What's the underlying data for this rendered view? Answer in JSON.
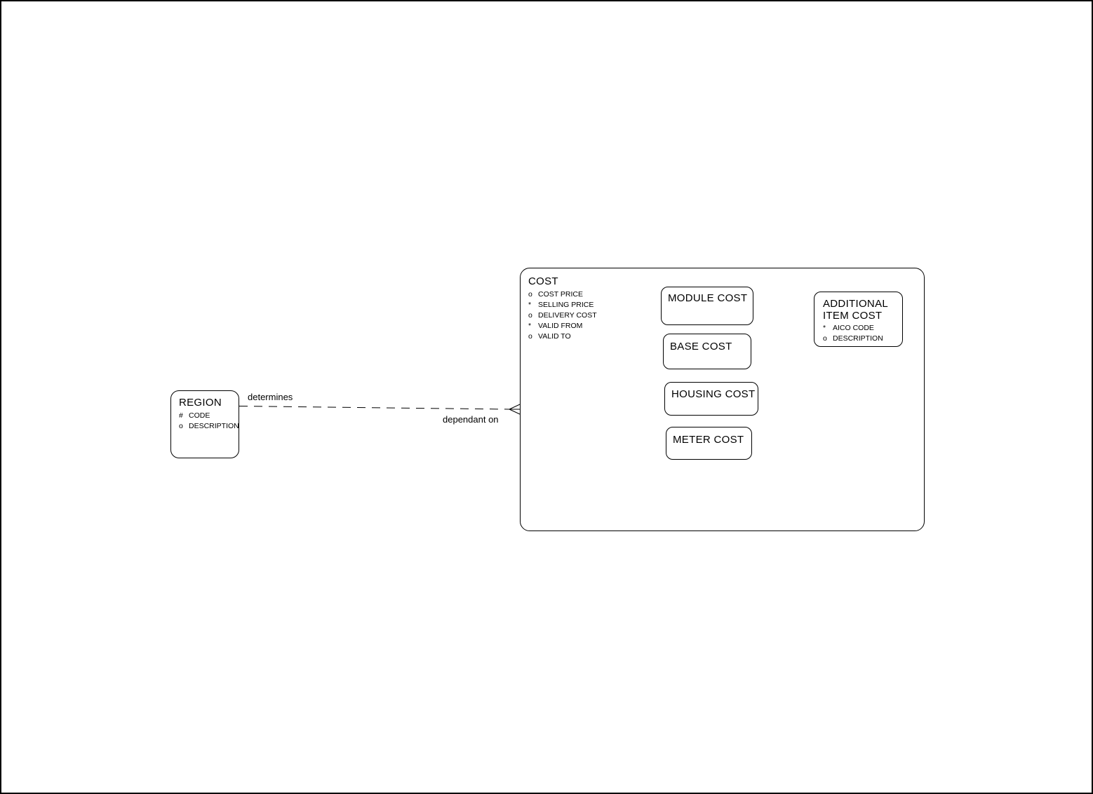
{
  "diagram": {
    "kind": "entity-relationship-diagram",
    "background_color": "#ffffff",
    "line_color": "#000000",
    "entities": {
      "region": {
        "title": "REGION",
        "attributes": [
          {
            "prefix": "#",
            "name": "CODE"
          },
          {
            "prefix": "o",
            "name": "DESCRIPTION"
          }
        ]
      },
      "cost": {
        "title": "COST",
        "attributes": [
          {
            "prefix": "o",
            "name": "COST PRICE"
          },
          {
            "prefix": "*",
            "name": "SELLING PRICE"
          },
          {
            "prefix": "o",
            "name": "DELIVERY COST"
          },
          {
            "prefix": "*",
            "name": "VALID FROM"
          },
          {
            "prefix": "o",
            "name": "VALID TO"
          }
        ]
      },
      "module_cost": {
        "title": "MODULE COST"
      },
      "base_cost": {
        "title": "BASE COST"
      },
      "housing_cost": {
        "title": "HOUSING COST"
      },
      "meter_cost": {
        "title": "METER COST"
      },
      "additional_item_cost": {
        "title": "ADDITIONAL ITEM COST",
        "attributes": [
          {
            "prefix": "*",
            "name": "AICO CODE"
          },
          {
            "prefix": "o",
            "name": "DESCRIPTION"
          }
        ]
      }
    },
    "relationship": {
      "label_from": "determines",
      "label_to": "dependant on",
      "line_style": "dashed",
      "cardinality_marker_at_cost_end": "crow's foot (many)"
    }
  }
}
